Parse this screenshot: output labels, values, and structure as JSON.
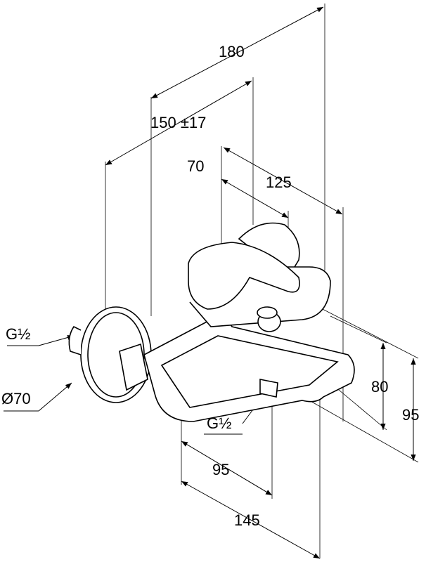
{
  "drawing": {
    "line_color": "#000000",
    "dimensions": {
      "overall_depth": "180",
      "wall_offset": "150 ±17",
      "handle_offset": "70",
      "spout_depth": "125",
      "height_inner": "80",
      "height_outer": "95",
      "spout_width_inner": "95",
      "spout_width_outer": "145",
      "inlet_thread": "G½",
      "rosette_diameter": "Ø70",
      "outlet_thread": "G½"
    }
  }
}
